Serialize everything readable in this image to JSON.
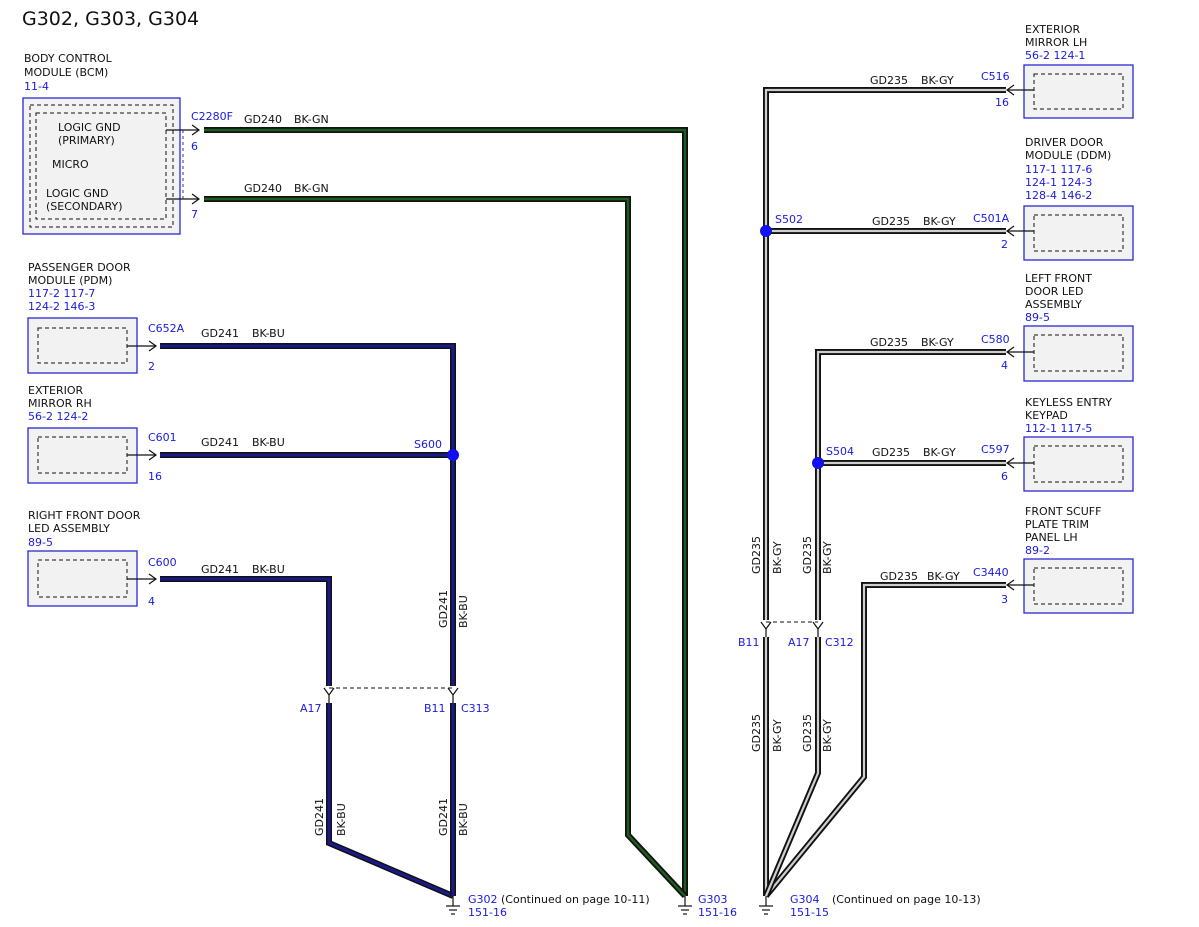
{
  "title": "G302, G303, G304",
  "components": {
    "bcm": {
      "name1": "BODY CONTROL",
      "name2": "MODULE (BCM)",
      "ref": "11-4",
      "logic_gnd_primary1": "LOGIC GND",
      "logic_gnd_primary2": "(PRIMARY)",
      "micro": "MICRO",
      "logic_gnd_secondary1": "LOGIC GND",
      "logic_gnd_secondary2": "(SECONDARY)"
    },
    "pdm": {
      "name1": "PASSENGER DOOR",
      "name2": "MODULE (PDM)",
      "ref1": "117-2   117-7",
      "ref2": "124-2   146-3"
    },
    "mirror_rh": {
      "name1": "EXTERIOR",
      "name2": "MIRROR RH",
      "ref": "56-2     124-2"
    },
    "rf_door_led": {
      "name1": "RIGHT FRONT DOOR",
      "name2": "LED ASSEMBLY",
      "ref": "89-5"
    },
    "mirror_lh": {
      "name1": "EXTERIOR",
      "name2": "MIRROR LH",
      "ref": "56-2     124-1"
    },
    "ddm": {
      "name1": "DRIVER DOOR",
      "name2": "MODULE (DDM)",
      "ref1": "117-1   117-6",
      "ref2": "124-1   124-3",
      "ref3": "128-4   146-2"
    },
    "lf_door_led": {
      "name1": "LEFT FRONT",
      "name2": "DOOR LED",
      "name3": "ASSEMBLY",
      "ref": "89-5"
    },
    "keypad": {
      "name1": "KEYLESS ENTRY",
      "name2": "KEYPAD",
      "ref": "112-1   117-5"
    },
    "scuff": {
      "name1": "FRONT SCUFF",
      "name2": "PLATE TRIM",
      "name3": "PANEL LH",
      "ref": "89-2"
    }
  },
  "connectors": {
    "c2280f": "C2280F",
    "c2280f_pin6": "6",
    "c2280f_pin7": "7",
    "c652a": "C652A",
    "c652a_pin": "2",
    "c601": "C601",
    "c601_pin": "16",
    "c600": "C600",
    "c600_pin": "4",
    "c516": "C516",
    "c516_pin": "16",
    "c501a": "C501A",
    "c501a_pin": "2",
    "c580": "C580",
    "c580_pin": "4",
    "c597": "C597",
    "c597_pin": "6",
    "c3440": "C3440",
    "c3440_pin": "3",
    "c313_a": "A17",
    "c313_b": "B11",
    "c313": "C313",
    "c312_b": "B11",
    "c312_a": "A17",
    "c312": "C312"
  },
  "splices": {
    "s600": "S600",
    "s502": "S502",
    "s504": "S504"
  },
  "wires": {
    "gd240": "GD240",
    "bk_gn": "BK-GN",
    "gd241": "GD241",
    "bk_bu": "BK-BU",
    "gd235": "GD235",
    "bk_gy": "BK-GY"
  },
  "grounds": {
    "g302": "G302",
    "g302_ref": "151-16",
    "g302_note": "(Continued on page 10-11)",
    "g303": "G303",
    "g303_ref": "151-16",
    "g304": "G304",
    "g304_ref": "151-15",
    "g304_note": "(Continued on page 10-13)"
  },
  "colors": {
    "wire_bu": "#1a1a8c",
    "wire_gn": "#1f5c1f",
    "wire_gy": "#cfcfcf",
    "label_blue": "#1a1adc",
    "splice": "#1010f0"
  }
}
